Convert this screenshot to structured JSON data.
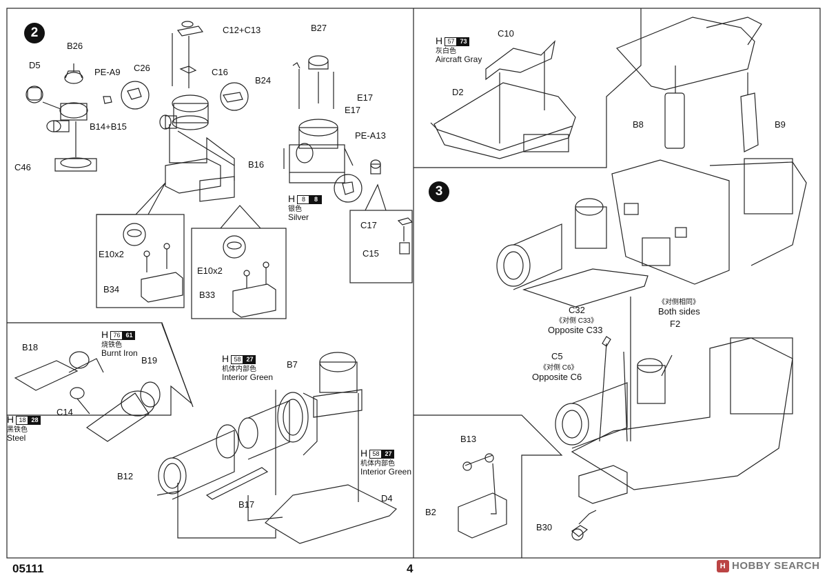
{
  "doc": {
    "code": "05111",
    "page": "4",
    "watermark": "HOBBY SEARCH"
  },
  "steps": {
    "s2": "2",
    "s3": "3"
  },
  "labels": {
    "D5": "D5",
    "B26": "B26",
    "PE_A9": "PE-A9",
    "B14B15": "B14+B15",
    "C46": "C46",
    "C12C13": "C12+C13",
    "C26": "C26",
    "C16": "C16",
    "B27": "B27",
    "B24": "B24",
    "E17a": "E17",
    "E17b": "E17",
    "PE_A13": "PE-A13",
    "B16": "B16",
    "E10x2a": "E10x2",
    "B34": "B34",
    "E10x2b": "E10x2",
    "B33": "B33",
    "C17": "C17",
    "C15": "C15",
    "B18": "B18",
    "B19": "B19",
    "C14": "C14",
    "B7": "B7",
    "B12": "B12",
    "B17": "B17",
    "D4": "D4",
    "C10": "C10",
    "D2": "D2",
    "B8": "B8",
    "B9": "B9",
    "C32": "C32",
    "opp_c33_cn": "《对侧 C33》",
    "opp_c33": "Opposite C33",
    "both_cn": "《对侧相同》",
    "both": "Both sides",
    "F2": "F2",
    "C5": "C5",
    "opp_c6_cn": "《对侧 C6》",
    "opp_c6": "Opposite C6",
    "B13": "B13",
    "B2": "B2",
    "B30": "B30"
  },
  "paints": [
    {
      "h": "H",
      "a": "8",
      "b": "8",
      "cn": "银色",
      "en": "Silver"
    },
    {
      "h": "H",
      "a": "76",
      "b": "61",
      "cn": "烧铁色",
      "en": "Burnt Iron"
    },
    {
      "h": "H",
      "a": "18",
      "b": "28",
      "cn": "黑铁色",
      "en": "Steel"
    },
    {
      "h": "H",
      "a": "58",
      "b": "27",
      "cn": "机体内部色",
      "en": "Interior Green"
    },
    {
      "h": "H",
      "a": "58",
      "b": "27",
      "cn": "机体内部色",
      "en": "Interior Green"
    },
    {
      "h": "H",
      "a": "57",
      "b": "73",
      "cn": "灰白色",
      "en": "Aircraft Gray"
    }
  ]
}
